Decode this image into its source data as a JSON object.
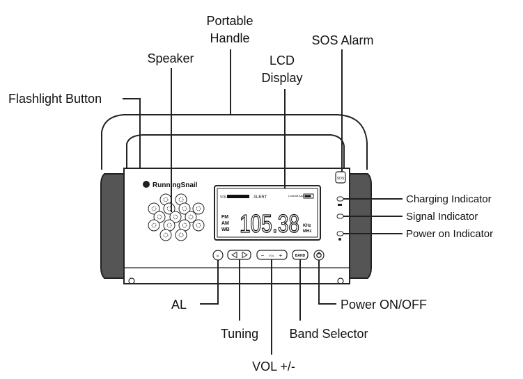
{
  "labels": {
    "portable_handle": [
      "Portable",
      "Handle"
    ],
    "sos_alarm": "SOS Alarm",
    "speaker": "Speaker",
    "lcd_display": [
      "LCD",
      "Display"
    ],
    "flashlight_button": "Flashlight Button",
    "charging_indicator": "Charging Indicator",
    "signal_indicator": "Signal Indicator",
    "power_on_indicator": "Power on Indicator",
    "al": "AL",
    "power_on_off": "Power ON/OFF",
    "tuning": "Tuning",
    "band_selector": "Band Selector",
    "vol": "VOL +/-"
  },
  "device": {
    "brand": "RunningSnail",
    "lcd": {
      "vol": "VOL",
      "alert": "ALERT",
      "battery": "Lowbatt AAA",
      "bands": [
        "FM",
        "AM",
        "WB"
      ],
      "frequency": "105.38",
      "units": [
        "KHz",
        "MHz"
      ]
    },
    "buttons": {
      "al": "AL",
      "vol_minus": "−",
      "vol_text": "VOL",
      "vol_plus": "+",
      "band": "BAND",
      "sos": "SOS"
    }
  }
}
